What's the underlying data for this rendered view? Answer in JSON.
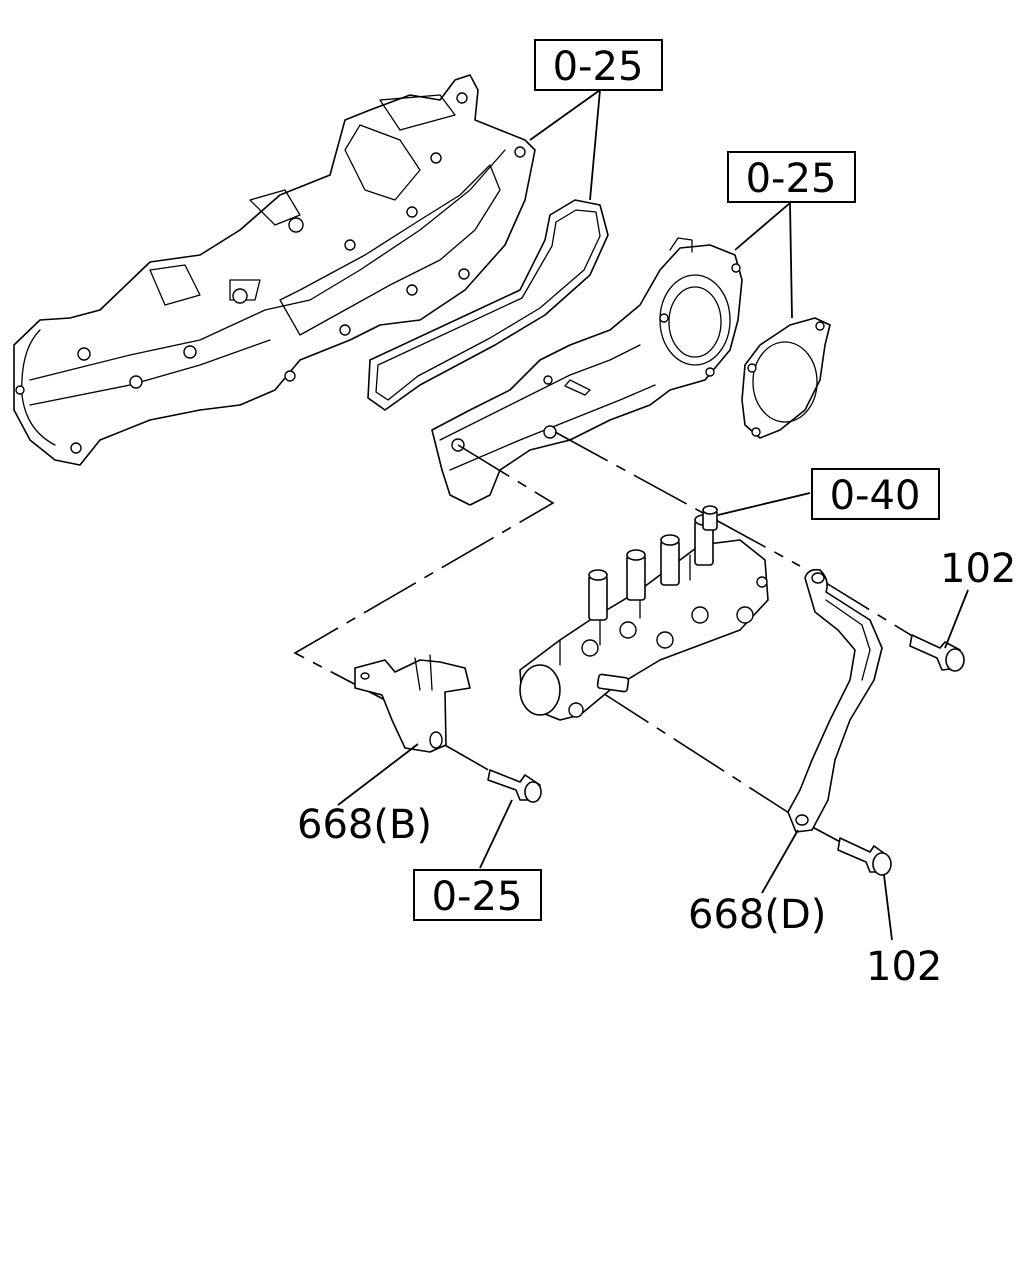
{
  "callouts": [
    {
      "label": "0-25"
    },
    {
      "label": "0-25"
    },
    {
      "label": "0-40"
    },
    {
      "label": "0-25"
    }
  ],
  "references": [
    {
      "label": "102"
    },
    {
      "label": "668(B)"
    },
    {
      "label": "668(D)"
    },
    {
      "label": "102"
    }
  ],
  "colors": {
    "line": "#000000",
    "background": "#ffffff"
  }
}
